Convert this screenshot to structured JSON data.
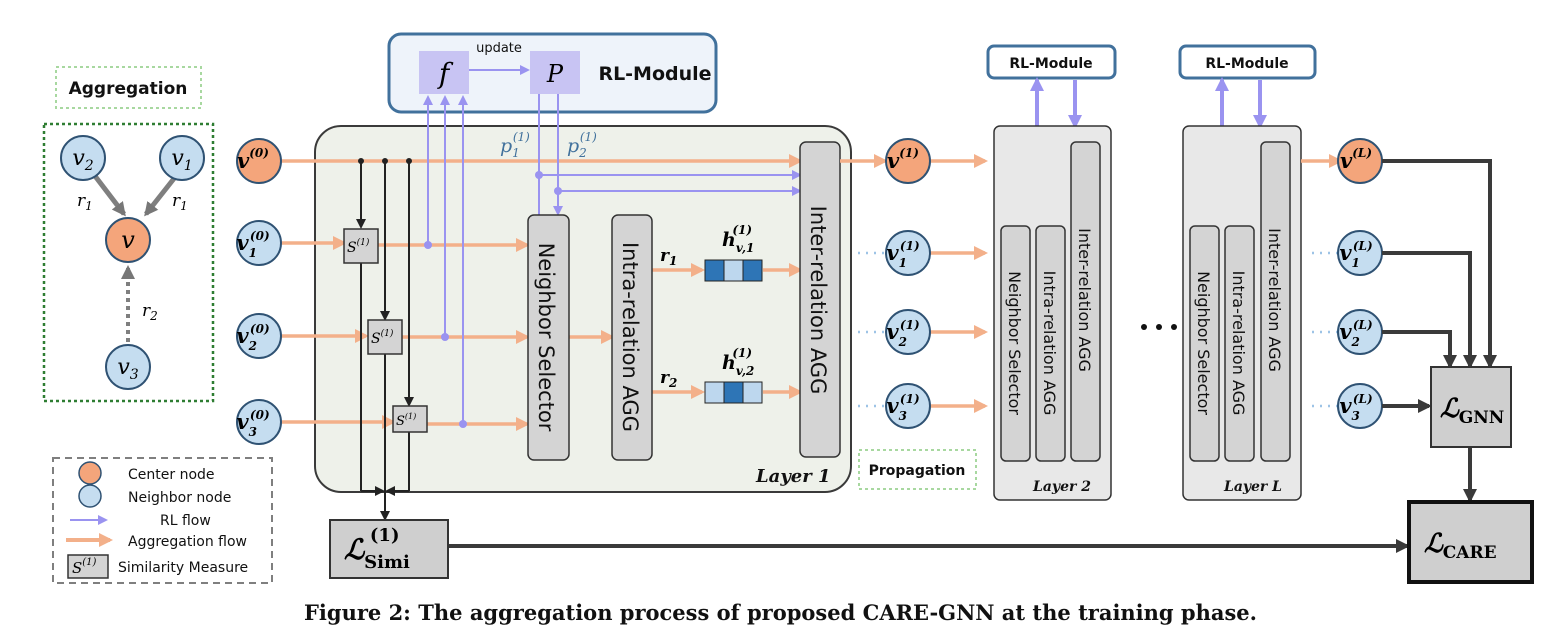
{
  "colors": {
    "center_fill": "#f4a57b",
    "neighbor_fill": "#c5ddf0",
    "node_stroke": "#2f5273",
    "rl_flow": "#9a93f0",
    "agg_flow": "#f3b08a",
    "rl_module_border": "#41719c",
    "rl_module_fill": "#eef3fa",
    "layer_fill": "#eef1ea",
    "box_fill": "#d4d4d4",
    "loss_fill": "#cfcfcf",
    "embed_dark": "#2e75b6",
    "embed_light": "#bdd7ee",
    "dotted_green": "#2e7d32",
    "light_green": "#a8d8a0"
  },
  "aggregation_panel": {
    "title": "Aggregation",
    "center_node": "v",
    "neighbors": [
      "v2",
      "v1",
      "v3"
    ],
    "edge_labels": [
      "r1",
      "r1",
      "r2"
    ]
  },
  "legend": {
    "center_node": "Center node",
    "neighbor_node": "Neighbor node",
    "rl_flow": "RL flow",
    "aggregation_flow": "Aggregation flow",
    "similarity": "Similarity Measure"
  },
  "rl_module_top": {
    "title": "RL-Module",
    "f_label": "f",
    "p_label": "P",
    "update_label": "update",
    "p1_label": "p1(1)",
    "p2_label": "p2(1)"
  },
  "layer1": {
    "label": "Layer 1",
    "neighbor_selector": "Neighbor Selector",
    "intra_agg": "Intra-relation AGG",
    "inter_agg": "Inter-relation AGG",
    "r1": "r1",
    "r2": "r2",
    "h1": "h v,1 (1)",
    "h2": "h v,2 (1)",
    "sim_label": "S(1)"
  },
  "inputs": [
    "v(0)",
    "v1(0)",
    "v2(0)",
    "v3(0)"
  ],
  "outputs_layer1": [
    "v(1)",
    "v1(1)",
    "v2(1)",
    "v3(1)"
  ],
  "propagation": "Propagation",
  "layer2": {
    "label": "Layer 2",
    "rl_module": "RL-Module",
    "neighbor_selector": "Neighbor Selector",
    "intra_agg": "Intra-relation AGG",
    "inter_agg": "Inter-relation AGG"
  },
  "layerL": {
    "label": "Layer L",
    "rl_module": "RL-Module",
    "neighbor_selector": "Neighbor Selector",
    "intra_agg": "Intra-relation AGG",
    "inter_agg": "Inter-relation AGG"
  },
  "outputs_final": [
    "v(L)",
    "v1(L)",
    "v2(L)",
    "v3(L)"
  ],
  "losses": {
    "simi": "L Simi (1)",
    "gnn": "L GNN",
    "care": "L CARE"
  },
  "caption": "Figure 2: The aggregation process of proposed CARE-GNN at the training phase."
}
